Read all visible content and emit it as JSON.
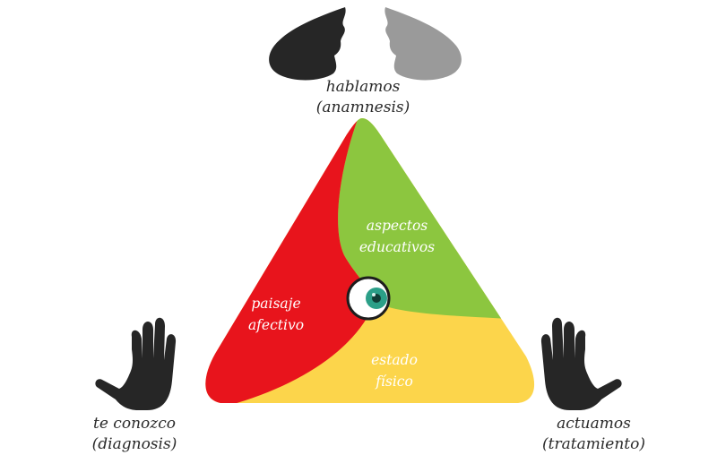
{
  "labels": {
    "top": {
      "line1": "hablamos",
      "line2": "(anamnesis)"
    },
    "left": {
      "line1": "te conozco",
      "line2": "(diagnosis)"
    },
    "right": {
      "line1": "actuamos",
      "line2": "(tratamiento)"
    }
  },
  "sections": {
    "green": {
      "line1": "aspectos",
      "line2": "educativos",
      "color": "#8cc63f"
    },
    "red": {
      "line1": "paisaje",
      "line2": "afectivo",
      "color": "#e8141c"
    },
    "yellow": {
      "line1": "estado",
      "line2": "físico",
      "color": "#fcd54b"
    }
  },
  "icons": {
    "top": "two-faces-facing-icon",
    "center": "eye-icon",
    "left": "raised-hand-icon",
    "right": "raised-hand-icon"
  },
  "colors": {
    "face_left": "#262626",
    "face_right": "#9a9a9a",
    "hand": "#262626",
    "iris": "#2b9f88"
  }
}
